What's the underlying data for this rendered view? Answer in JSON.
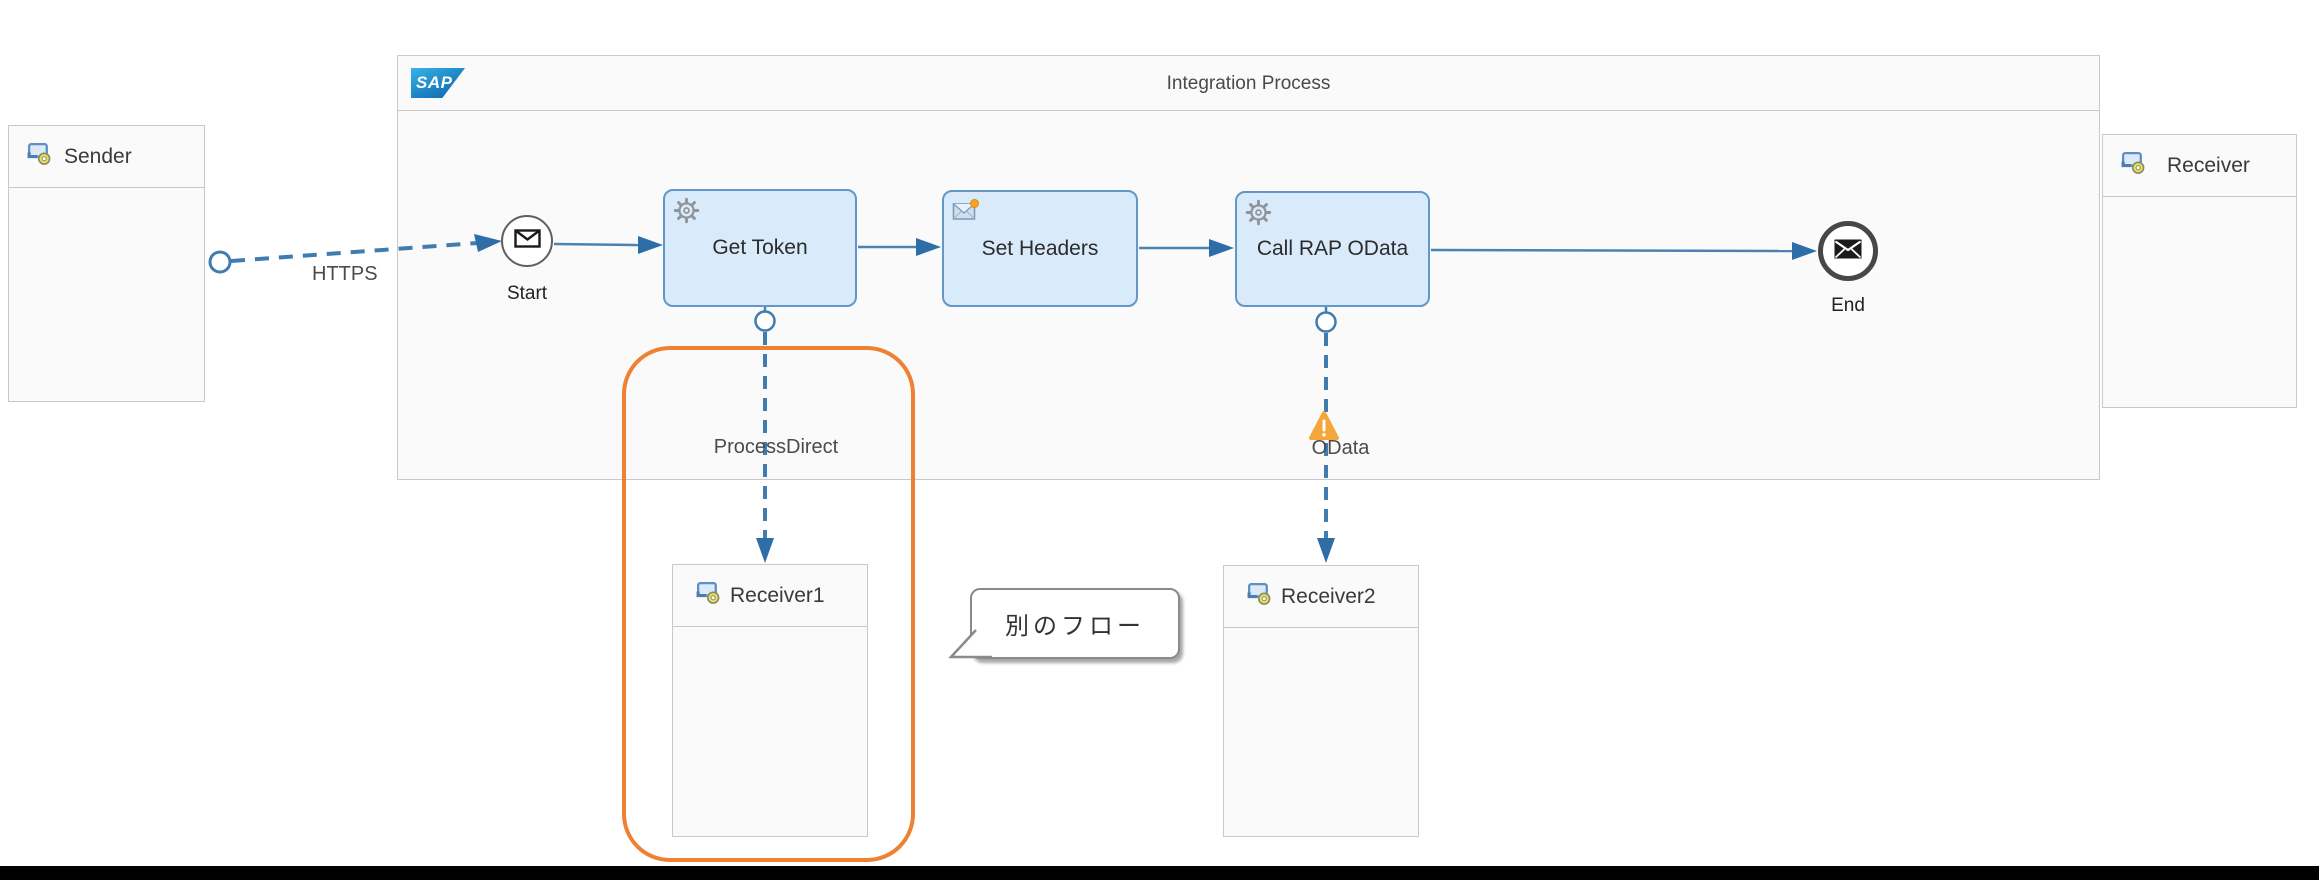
{
  "header": {
    "brand": "SAP",
    "title": "Integration Process"
  },
  "participants": {
    "sender": {
      "label": "Sender"
    },
    "receiver": {
      "label": "Receiver"
    },
    "receiver1": {
      "label": "Receiver1"
    },
    "receiver2": {
      "label": "Receiver2"
    }
  },
  "events": {
    "start": "Start",
    "end": "End"
  },
  "steps": [
    {
      "label": "Get Token"
    },
    {
      "label": "Set Headers"
    },
    {
      "label": "Call RAP OData"
    }
  ],
  "connectors": {
    "https": "HTTPS",
    "processdirect": "ProcessDirect",
    "odata": "OData"
  },
  "callout": {
    "text": "別のフロー"
  },
  "colors": {
    "step_fill": "#d9eafa",
    "step_border": "#6397c8",
    "line_blue": "#4a82b4",
    "dash_blue": "#3f7cb0",
    "arrow_blue": "#2e6da8",
    "highlight_orange": "#ee8133",
    "warning_orange": "#f5a63b"
  }
}
